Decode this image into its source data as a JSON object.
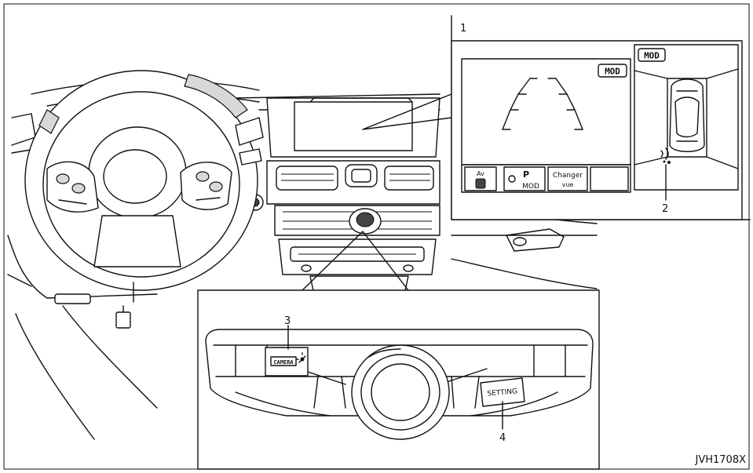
{
  "figure_code": "JVH1708X",
  "callouts": {
    "c1": "1",
    "c2": "2",
    "c3": "3",
    "c4": "4"
  },
  "monitor": {
    "left_view_badge": "MOD",
    "right_view_badge": "MOD",
    "buttons": {
      "av_label": "Av",
      "park_label": "P",
      "mod_label": "MOD",
      "changer_line1": "Changer",
      "changer_line2": "vue"
    }
  },
  "switch_panel": {
    "camera_button": "CAMERA",
    "setting_button": "SETTING"
  },
  "icons": [
    "steering-wheel",
    "camera-icon",
    "sonar-sensor-icon",
    "car-topview-icon",
    "park-sensor-icon"
  ]
}
